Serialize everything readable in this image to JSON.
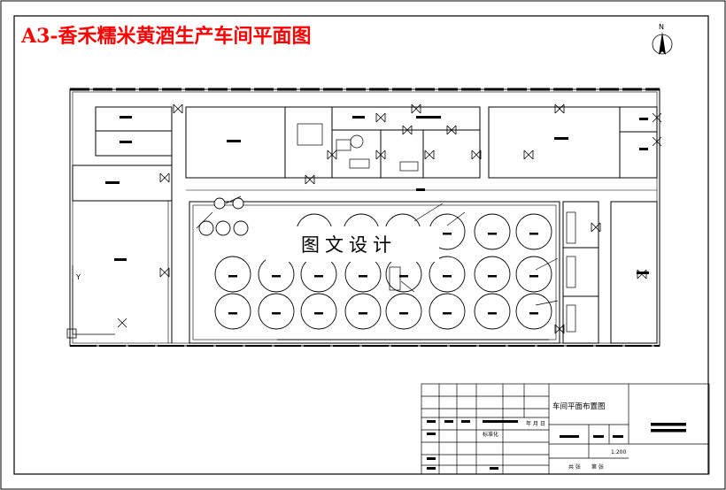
{
  "drawing": {
    "title": "A3-香禾糯米黄酒生产车间平面图",
    "overlay_label": "图文设计",
    "north_label": "N",
    "axis_y_label": "Y"
  },
  "title_block": {
    "drawing_name": "车间平面布置图",
    "date_label": "年  月  日",
    "sheet_label": "标准化",
    "scale": "1:200",
    "sheet_a": "共 张",
    "sheet_b": "第 张"
  }
}
